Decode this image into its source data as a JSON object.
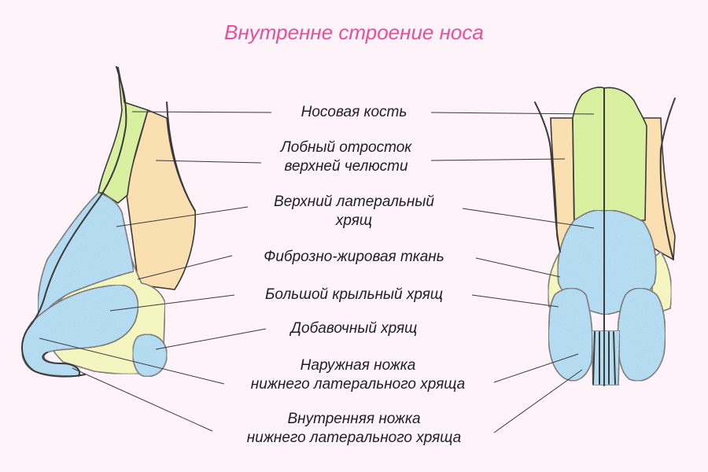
{
  "title": "Внутренне строение носа",
  "colors": {
    "background": "#fdf3f8",
    "title": "#e84f9a",
    "nasal_bone": "#d9f0a0",
    "frontal_process": "#fadfb0",
    "cartilage": "#9fd3ee",
    "fibrofatty": "#f3f3b0",
    "outline": "#3a3a3a"
  },
  "labels": {
    "nasal_bone": "Носовая кость",
    "frontal_process_1": "Лобный отросток",
    "frontal_process_2": "верхней челюсти",
    "upper_lateral_1": "Верхний латеральный",
    "upper_lateral_2": "хрящ",
    "fibrofatty": "Фиброзно-жировая ткань",
    "major_alar": "Большой крыльный хрящ",
    "accessory": "Добавочный хрящ",
    "lateral_crus_1": "Наружная ножка",
    "lateral_crus_2": "нижнего латерального хряща",
    "medial_crus_1": "Внутренняя ножка",
    "medial_crus_2": "нижнего латерального хряща"
  }
}
